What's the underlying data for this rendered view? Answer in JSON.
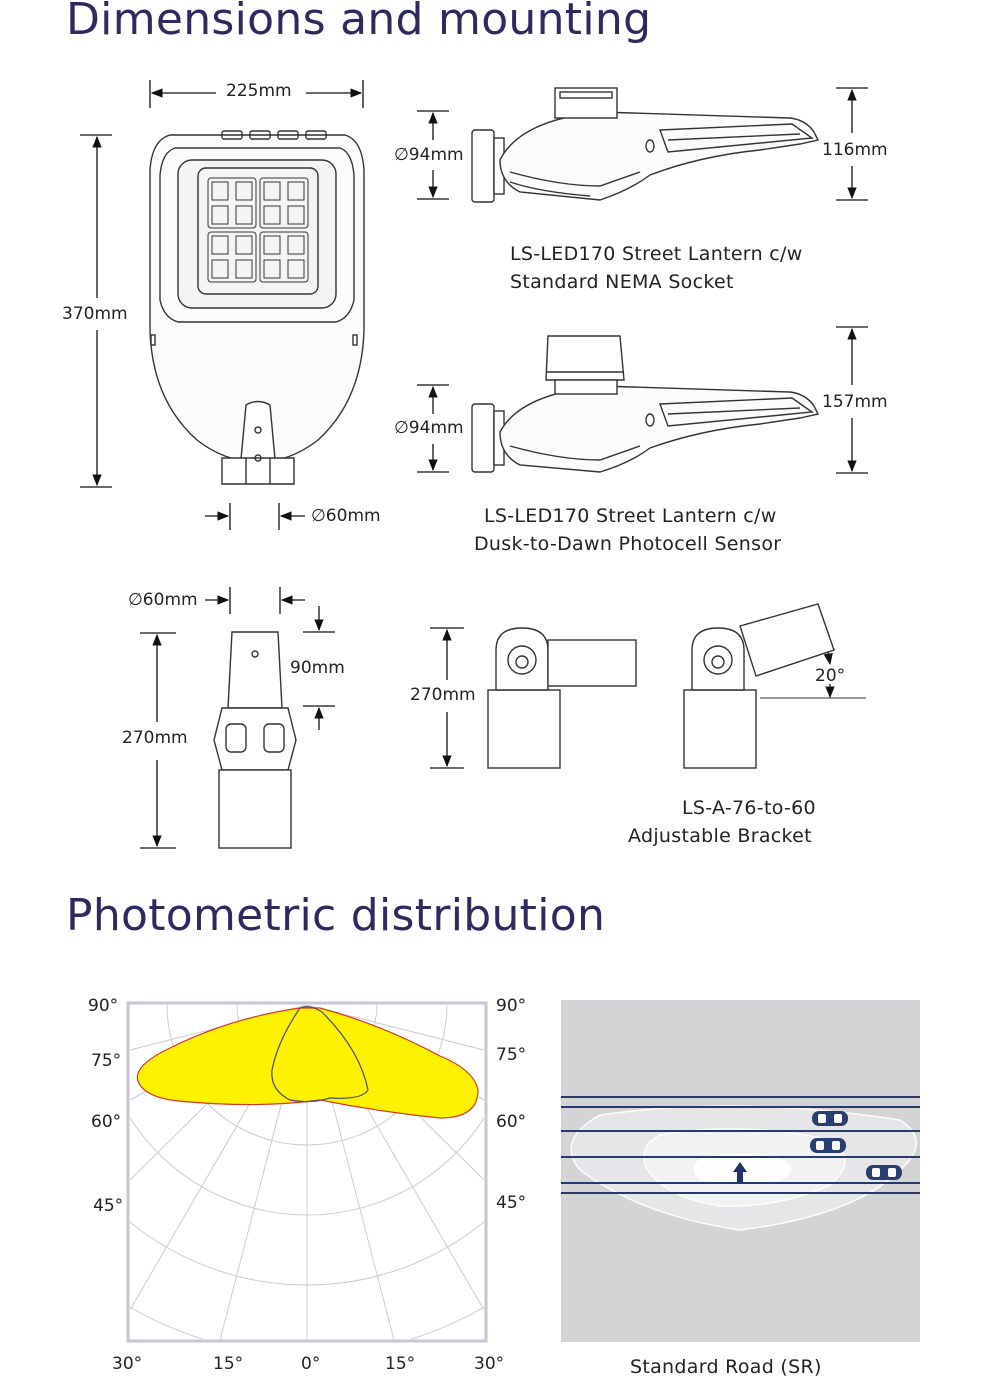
{
  "sections": {
    "dimensions_title": "Dimensions and mounting",
    "photometric_title": "Photometric distribution"
  },
  "dimensions": {
    "width_top": "225mm",
    "height_left": "370mm",
    "spigot_bottom": "∅60mm",
    "nema_diameter": "∅94mm",
    "nema_height": "116mm",
    "nema_caption_1": "LS-LED170 Street Lantern c/w",
    "nema_caption_2": "Standard NEMA Socket",
    "photocell_diameter": "∅94mm",
    "photocell_height": "157mm",
    "photocell_caption_1": "LS-LED170 Street Lantern c/w",
    "photocell_caption_2": "Dusk-to-Dawn Photocell Sensor",
    "bracket_diameter": "∅60mm",
    "bracket_spigot": "90mm",
    "bracket_height_front": "270mm",
    "bracket_height_side": "270mm",
    "bracket_tilt": "20°",
    "bracket_caption_1": "LS-A-76-to-60",
    "bracket_caption_2": "Adjustable Bracket"
  },
  "photometric": {
    "left_angles": [
      "90°",
      "75°",
      "60°",
      "45°"
    ],
    "right_angles": [
      "90°",
      "75°",
      "60°",
      "45°"
    ],
    "bottom_angles": [
      "30°",
      "15°",
      "0°",
      "15°",
      "30°"
    ],
    "road_caption": "Standard Road (SR)"
  },
  "colors": {
    "title": "#2e2a5e",
    "beam_fill": "#fff200",
    "beam_outline": "#d23a2a",
    "road_bg": "#d4d4d6",
    "lane_line": "#233a6a"
  }
}
